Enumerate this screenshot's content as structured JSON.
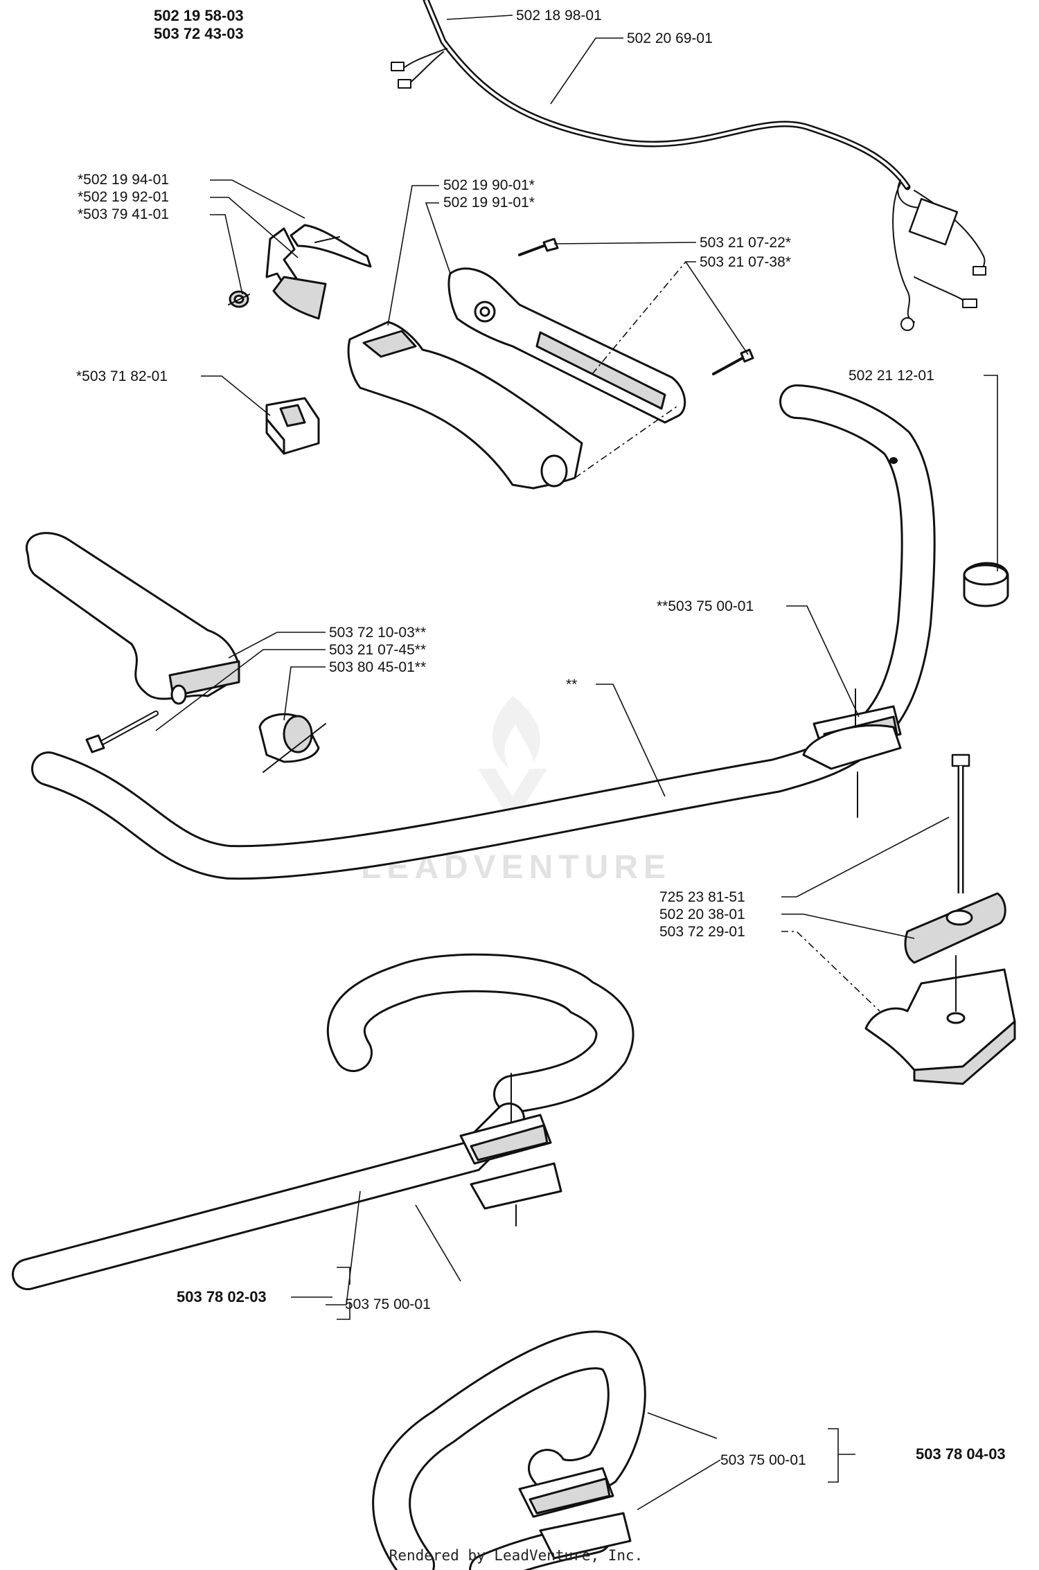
{
  "assembly_numbers": {
    "top_left_1": "502 19 58-03",
    "top_left_2": "503 72 43-03",
    "middle_assembly": "503 78 02-03",
    "bottom_assembly": "503 78 04-03"
  },
  "callouts": {
    "cable_1": "502 18 98-01",
    "cable_2": "502 20 69-01",
    "throttle_1": "*502 19 94-01",
    "throttle_2": "*502 19 92-01",
    "throttle_3": "*503 79 41-01",
    "handle_half_1": "502 19 90-01*",
    "handle_half_2": "502 19 91-01*",
    "screw_1": "503 21 07-22*",
    "screw_2": "503 21 07-38*",
    "switch": "*503 71 82-01",
    "cap": "502 21 12-01",
    "clamp_top": "**503 75 00-01",
    "grip": "503 72 10-03**",
    "grip_screw": "503 21 07-45**",
    "grip_clamp": "503 80 45-01**",
    "bar": "**",
    "bolt": "725 23 81-51",
    "knob": "502 20 38-01",
    "plate": "503 72 29-01",
    "clamp_middle": "503 75 00-01",
    "clamp_bottom": "503 75 00-01"
  },
  "watermark": "LEADVENTURE",
  "footer": "Rendered by LeadVenture, Inc."
}
